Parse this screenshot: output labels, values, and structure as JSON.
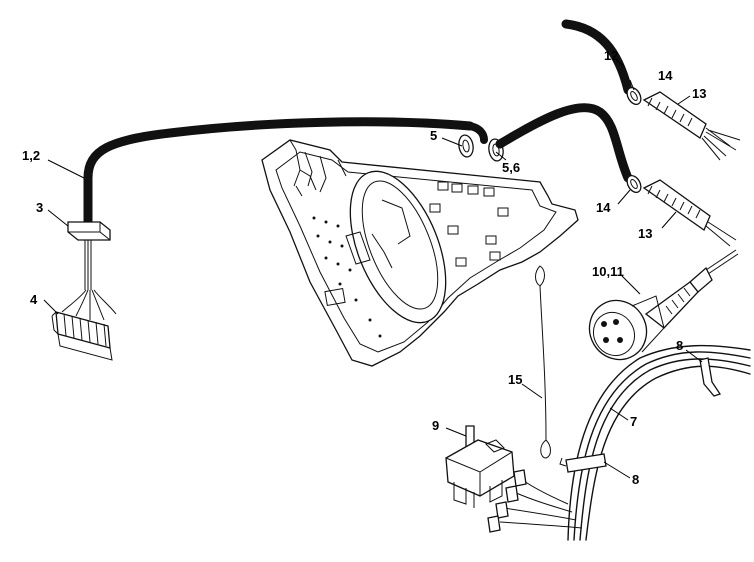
{
  "callouts": {
    "c_1_2": "1,2",
    "c_3": "3",
    "c_4": "4",
    "c_5": "5",
    "c_5_6": "5,6",
    "c_7": "7",
    "c_8_top": "8",
    "c_8_bottom": "8",
    "c_9": "9",
    "c_10_11": "10,11",
    "c_12": "12",
    "c_13_top": "13",
    "c_13_bottom": "13",
    "c_14_top": "14",
    "c_14_bottom": "14",
    "c_15": "15"
  },
  "colors": {
    "ink": "#111111",
    "background": "#ffffff"
  }
}
